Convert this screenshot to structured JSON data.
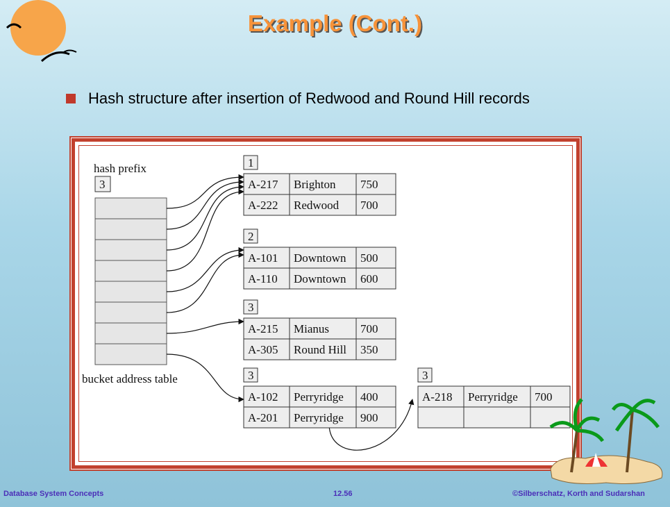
{
  "title": "Example (Cont.)",
  "bullet": "Hash structure after insertion of Redwood and Round Hill records",
  "diagram": {
    "hash_prefix_label": "hash prefix",
    "global_depth": "3",
    "table_label": "bucket address table",
    "buckets": [
      {
        "local_depth": "1",
        "records": [
          [
            "A-217",
            "Brighton",
            "750"
          ],
          [
            "A-222",
            "Redwood",
            "700"
          ]
        ]
      },
      {
        "local_depth": "2",
        "records": [
          [
            "A-101",
            "Downtown",
            "500"
          ],
          [
            "A-110",
            "Downtown",
            "600"
          ]
        ]
      },
      {
        "local_depth": "3",
        "records": [
          [
            "A-215",
            "Mianus",
            "700"
          ],
          [
            "A-305",
            "Round Hill",
            "350"
          ]
        ]
      },
      {
        "local_depth": "3",
        "records": [
          [
            "A-102",
            "Perryridge",
            "400"
          ],
          [
            "A-201",
            "Perryridge",
            "900"
          ]
        ]
      },
      {
        "local_depth": "3",
        "records": [
          [
            "A-218",
            "Perryridge",
            "700"
          ],
          [
            "",
            "",
            ""
          ]
        ]
      }
    ]
  },
  "footer": {
    "left": "Database System Concepts",
    "center": "12.56",
    "right": "©Silberschatz, Korth and Sudarshan"
  },
  "colors": {
    "title": "#f7933a",
    "bullet": "#c0392b",
    "frame": "#c2412e",
    "footer": "#4b2fb8"
  },
  "icons": {
    "logo": "sun-with-birds-icon",
    "decoration": "palm-island-icon"
  }
}
